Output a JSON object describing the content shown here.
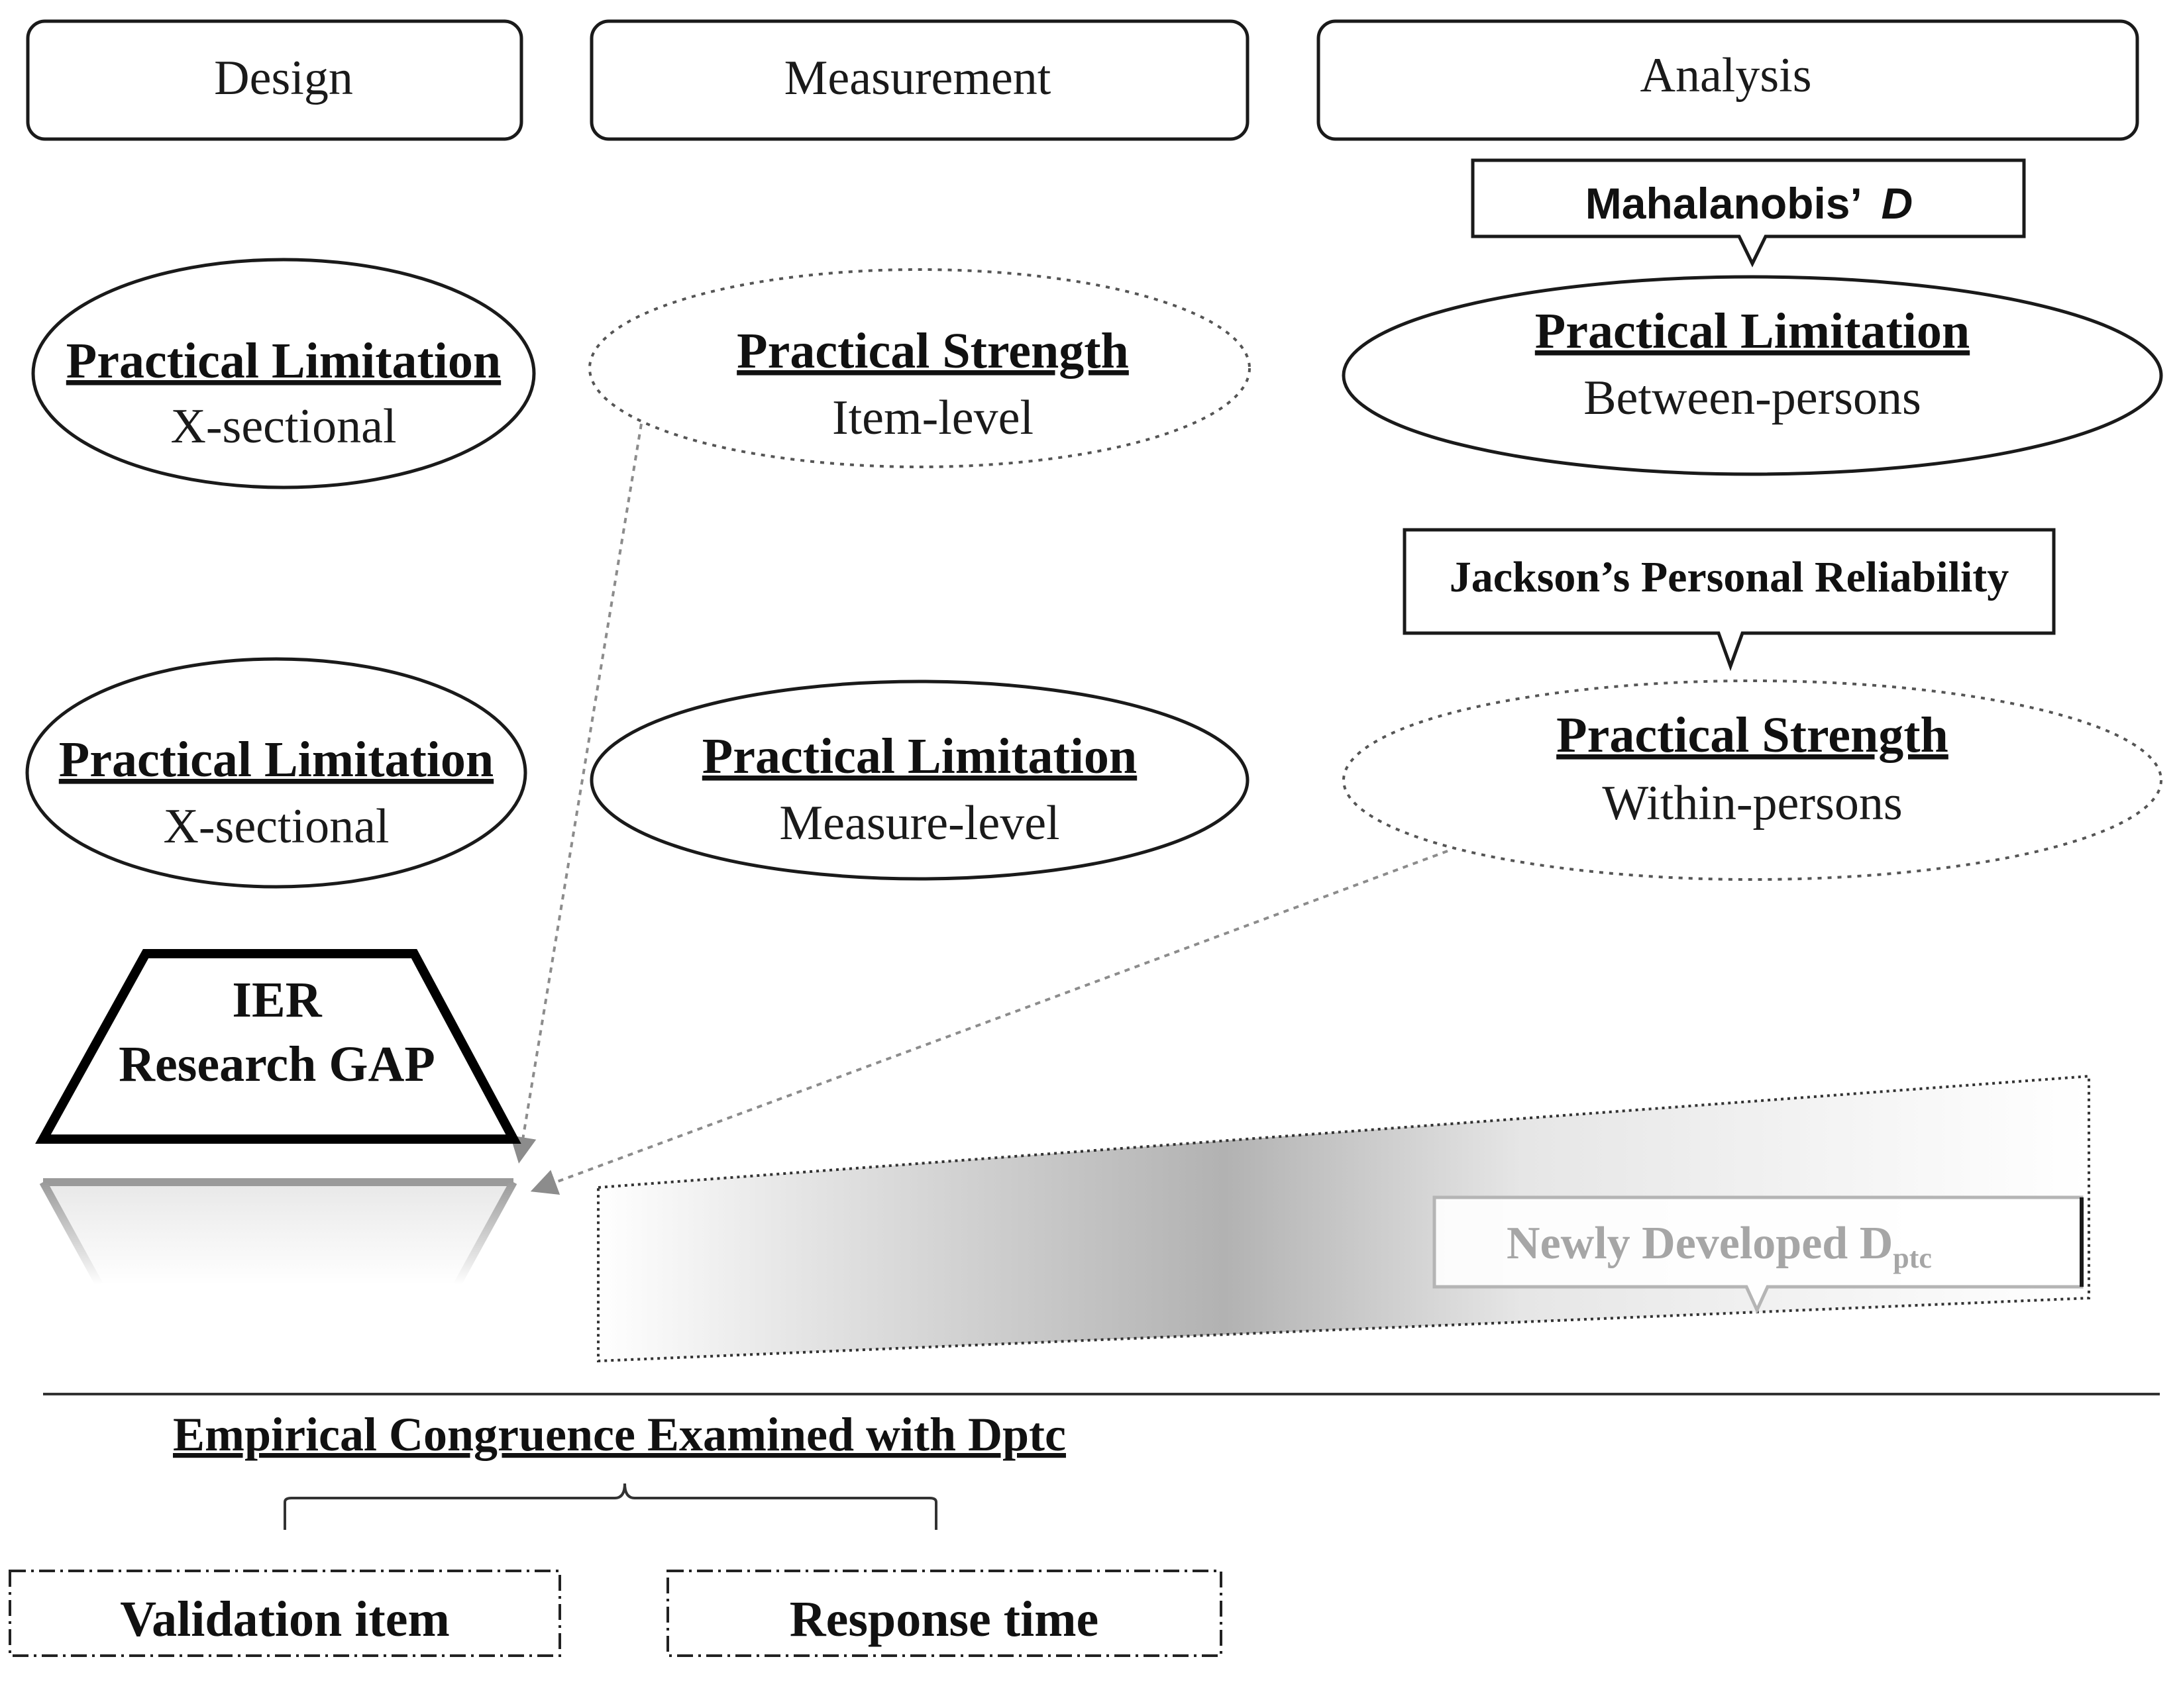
{
  "columns": {
    "design": "Design",
    "measurement": "Measurement",
    "analysis": "Analysis"
  },
  "nodes": {
    "design_row1": {
      "title": "Practical  Limitation",
      "subtitle": "X-sectional"
    },
    "design_row2": {
      "title": "Practical  Limitation",
      "subtitle": "X-sectional"
    },
    "measurement_row1": {
      "title": "Practical Strength",
      "subtitle": "Item-level"
    },
    "measurement_row2": {
      "title": "Practical Limitation",
      "subtitle": "Measure-level"
    },
    "analysis_row1": {
      "title": "Practical Limitation",
      "subtitle": "Between-persons"
    },
    "analysis_row2": {
      "title": "Practical Strength",
      "subtitle": "Within-persons"
    }
  },
  "callouts": {
    "mahalanobis": {
      "text": "Mahalanobis’",
      "italic_suffix": "D"
    },
    "jackson": "Jackson’s Personal Reliability",
    "newly_developed": {
      "text": "Newly Developed D",
      "subscript": "ptc"
    }
  },
  "gap": {
    "line1": "IER",
    "line2": "Research GAP"
  },
  "empirical": {
    "title": "Empirical Congruence Examined with Dptc",
    "items": [
      "Validation item",
      "Response time"
    ]
  }
}
